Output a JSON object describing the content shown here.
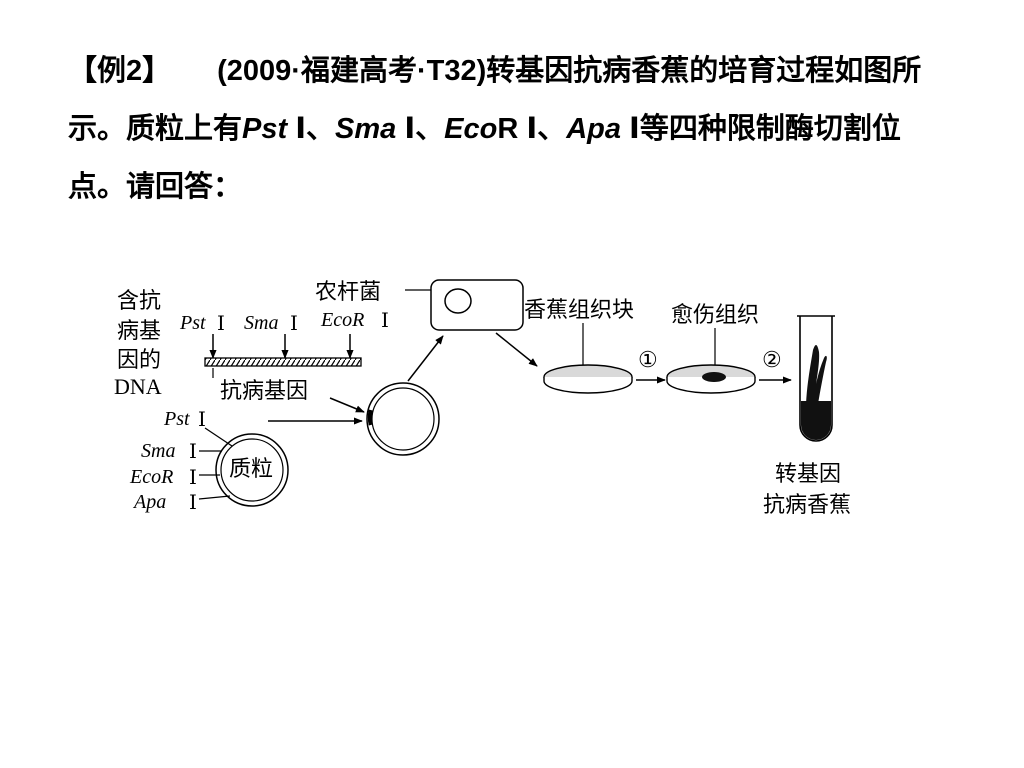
{
  "question": {
    "tag": "【例2】",
    "source": "(2009·福建高考·T32)",
    "text_1": "转基因抗病香蕉的培育过程如图所示。质粒上有",
    "enzyme_1": "Pst",
    "numeral": "Ⅰ",
    "sep": "、",
    "enzyme_2": "Sma",
    "enzyme_3_italic": "Eco",
    "enzyme_3_tail": "R",
    "enzyme_4": "Apa",
    "text_2": "等四种限制酶切割位点。请回答："
  },
  "diagram": {
    "dna_label_lines": [
      "含抗",
      "病基",
      "因的",
      "DNA"
    ],
    "dna_sites": [
      {
        "name": "Pst",
        "numeral": "Ⅰ"
      },
      {
        "name": "Sma",
        "numeral": "Ⅰ"
      },
      {
        "name": "EcoR",
        "numeral": "Ⅰ"
      }
    ],
    "gene_label": "抗病基因",
    "plasmid_sites": [
      {
        "name": "Pst",
        "numeral": "Ⅰ"
      },
      {
        "name": "Sma",
        "numeral": "Ⅰ"
      },
      {
        "name": "EcoR",
        "numeral": "Ⅰ"
      },
      {
        "name": "Apa",
        "numeral": "Ⅰ"
      }
    ],
    "plasmid_label": "质粒",
    "agro_label": "农杆菌",
    "tissue_label": "香蕉组织块",
    "callus_label": "愈伤组织",
    "step_1": "①",
    "step_2": "②",
    "product_lines": [
      "转基因",
      "抗病香蕉"
    ]
  }
}
